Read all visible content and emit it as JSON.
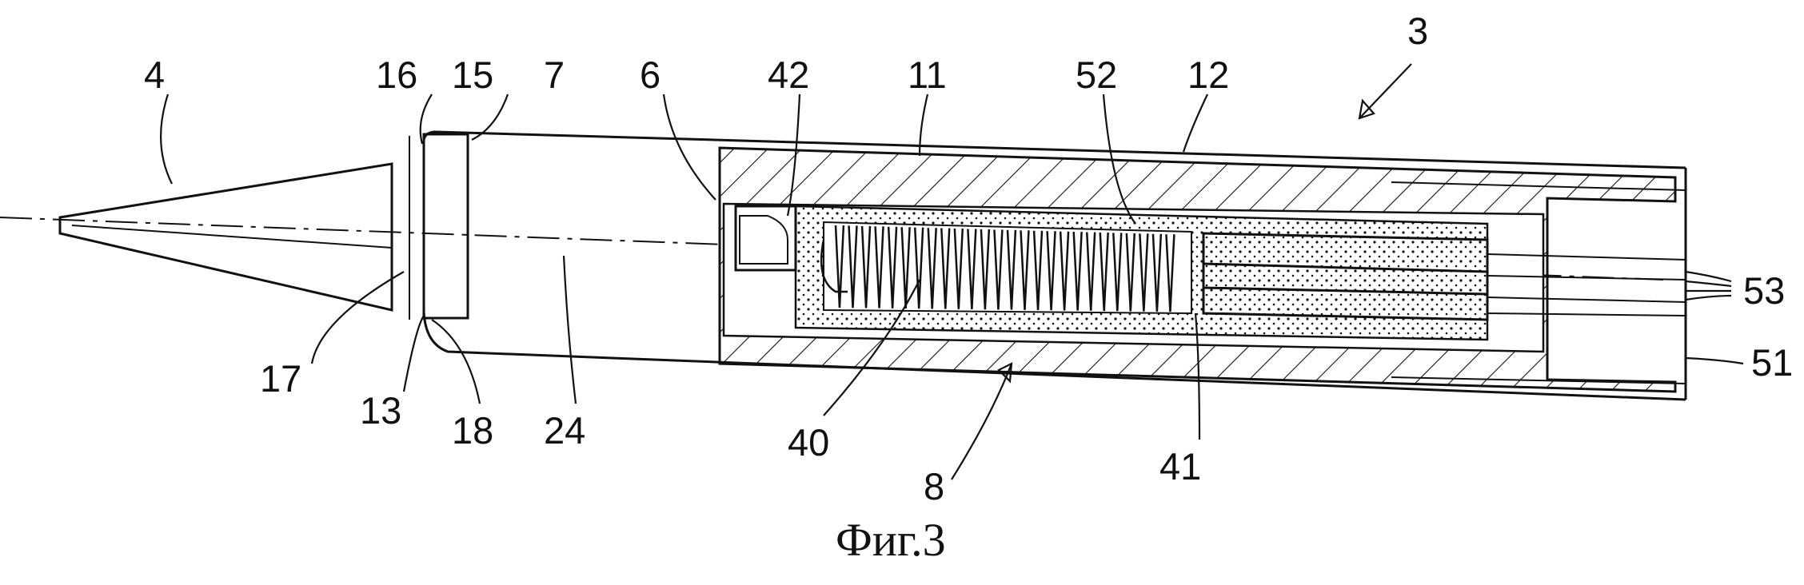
{
  "figure": {
    "caption": "Фиг.3",
    "labels": {
      "l3": "3",
      "l4": "4",
      "l6": "6",
      "l7": "7",
      "l8": "8",
      "l11": "11",
      "l12": "12",
      "l13": "13",
      "l15": "15",
      "l16": "16",
      "l17": "17",
      "l18": "18",
      "l24": "24",
      "l40": "40",
      "l41": "41",
      "l42": "42",
      "l51": "51",
      "l52": "52",
      "l53": "53"
    }
  }
}
